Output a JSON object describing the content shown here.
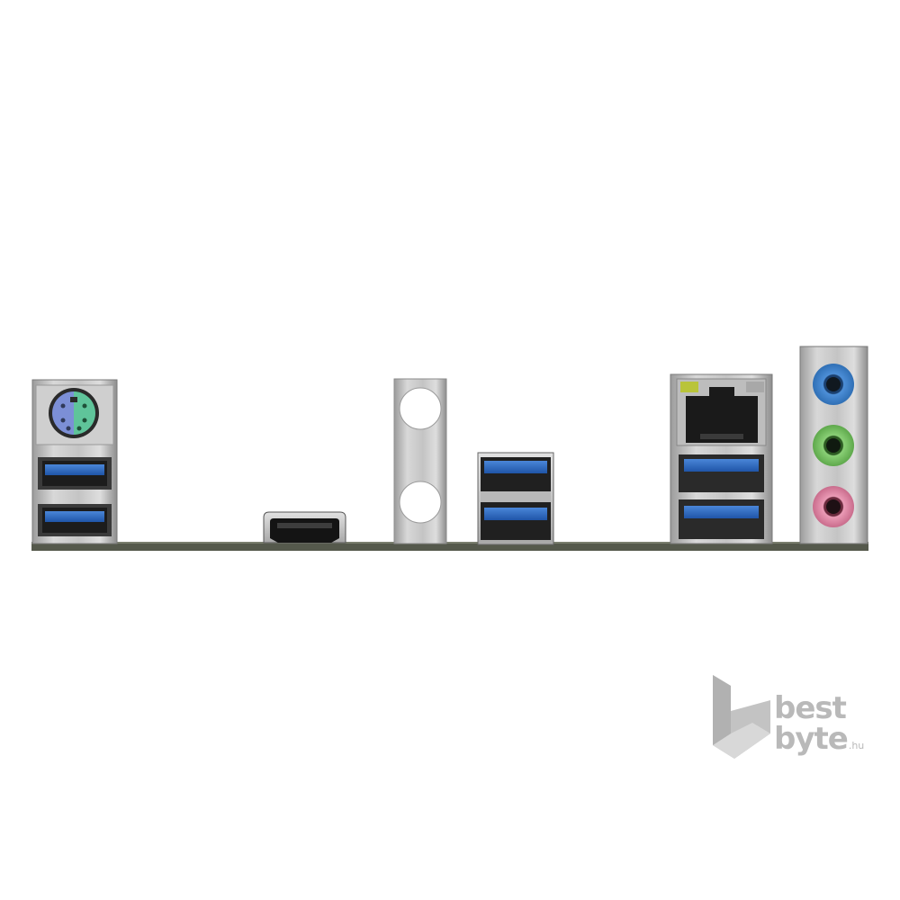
{
  "image": {
    "subject": "motherboard-rear-io-panel",
    "background": "#ffffff"
  },
  "ports": [
    {
      "id": "ps2-combo-port",
      "kind": "ps2",
      "colors": [
        "#7c8fd6",
        "#5fc49a"
      ]
    },
    {
      "id": "usb-left-1",
      "kind": "usb3",
      "color": "#2f6fc4"
    },
    {
      "id": "usb-left-2",
      "kind": "usb3",
      "color": "#2f6fc4"
    },
    {
      "id": "hdmi-port",
      "kind": "hdmi"
    },
    {
      "id": "usb-middle-1",
      "kind": "usb3",
      "color": "#2f6fc4"
    },
    {
      "id": "usb-middle-2",
      "kind": "usb3",
      "color": "#2f6fc4"
    },
    {
      "id": "lan-port",
      "kind": "rj45",
      "led_colors": [
        "#b9c43a",
        "#d9b642"
      ]
    },
    {
      "id": "usb-right-1",
      "kind": "usb3",
      "color": "#2f6fc4"
    },
    {
      "id": "usb-right-2",
      "kind": "usb3",
      "color": "#2f6fc4"
    },
    {
      "id": "audio-line-in",
      "kind": "audio-jack",
      "color": "#4d8fd8"
    },
    {
      "id": "audio-line-out",
      "kind": "audio-jack",
      "color": "#7cc46a"
    },
    {
      "id": "audio-mic-in",
      "kind": "audio-jack",
      "color": "#e08aa8"
    }
  ],
  "watermark": {
    "line1": "best",
    "line2": "byte",
    "suffix": ".hu",
    "color": "#b9b9b9"
  }
}
